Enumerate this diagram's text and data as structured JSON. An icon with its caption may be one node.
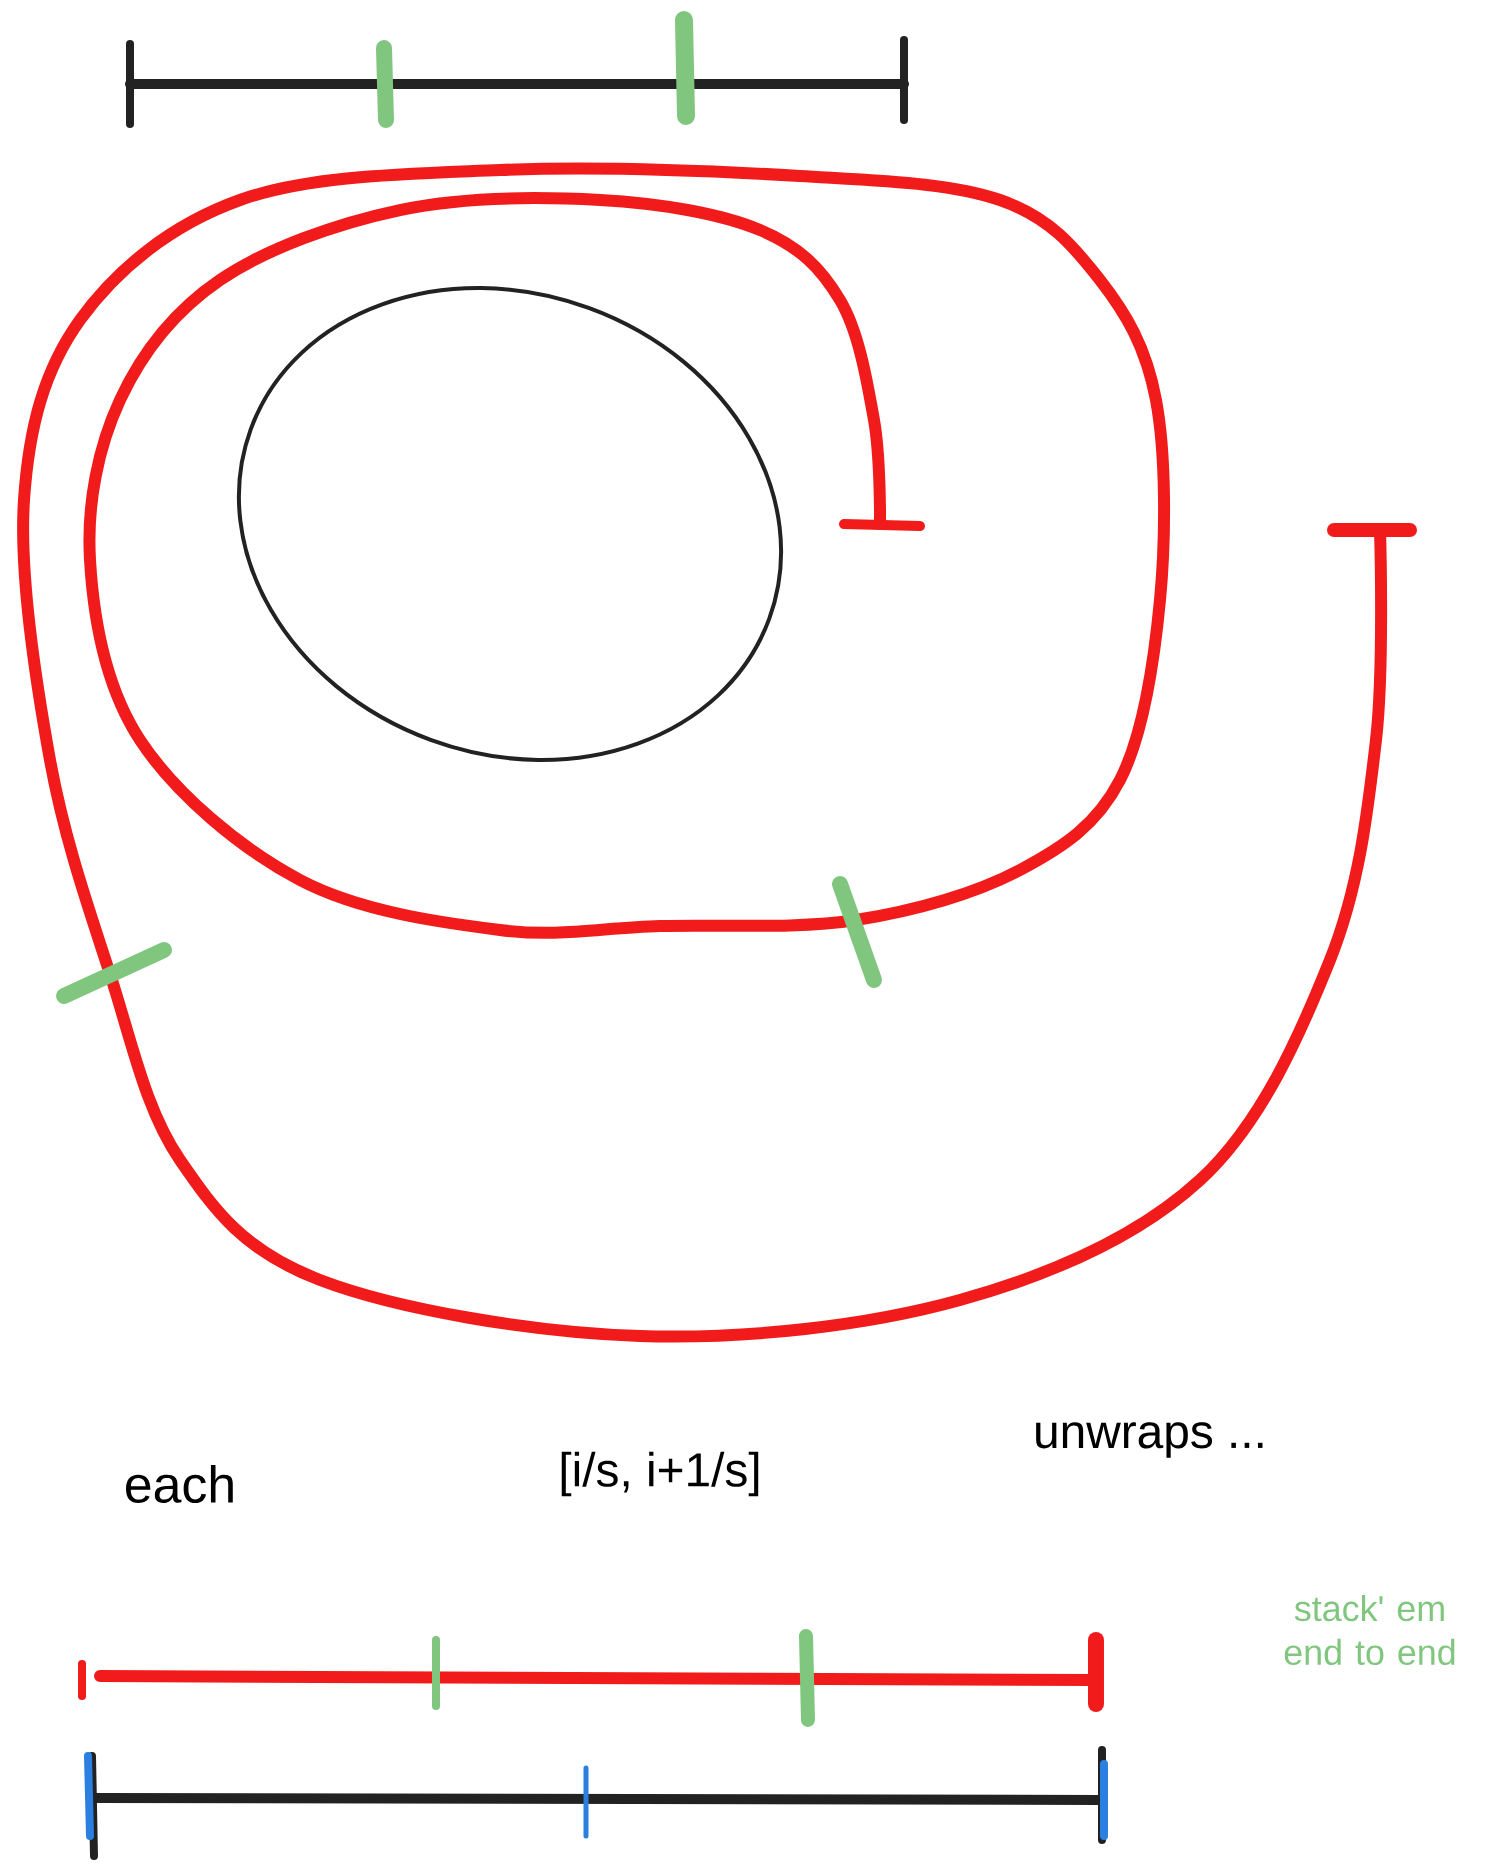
{
  "diagram": {
    "labels": [
      "each",
      "[i/s, i+1/s]",
      "unwraps ...",
      "stack' em end to end"
    ]
  }
}
